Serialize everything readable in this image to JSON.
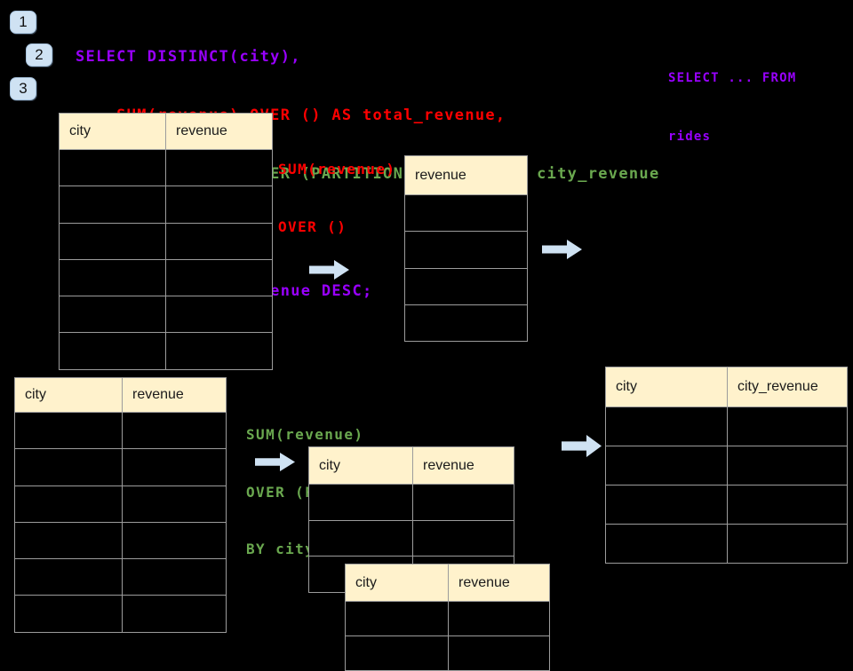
{
  "colors": {
    "background": "#000000",
    "keyword_purple": "#9900FF",
    "total_red": "#FF0000",
    "partition_green": "#6AA84F",
    "table_header_bg": "#FFF2CC",
    "table_border": "#9C9C9C",
    "accent_blue": "#CFE2F3"
  },
  "badges": [
    "1",
    "2",
    "3"
  ],
  "code": {
    "lines": [
      {
        "text": "SELECT DISTINCT(city),",
        "color": "purple"
      },
      {
        "text": "    SUM(revenue) OVER () AS total_revenue,",
        "color": "red"
      },
      {
        "text": "    SUM(revenue) OVER (PARTITION BY city) as city_revenue",
        "color": "green"
      },
      {
        "text": "  FROM rides",
        "color": "purple"
      },
      {
        "text": "  ORDER by city_revenue DESC;",
        "color": "purple"
      }
    ]
  },
  "side_note": {
    "line1": "SELECT ... FROM",
    "line2": "rides"
  },
  "labels": {
    "total": {
      "line1": "SUM(revenue)",
      "line2": "OVER ()"
    },
    "partition": {
      "line1": "SUM(revenue)",
      "line2": "OVER (PARTITION",
      "line3": "BY city)"
    }
  },
  "tables": {
    "source": {
      "headers": [
        "city",
        "revenue"
      ],
      "rows": 6
    },
    "total": {
      "headers": [
        "revenue"
      ],
      "rows": 4
    },
    "result": {
      "headers": [
        "city",
        "city_revenue"
      ],
      "rows": 4
    },
    "source2": {
      "headers": [
        "city",
        "revenue"
      ],
      "rows": 6
    },
    "part_a": {
      "headers": [
        "city",
        "revenue"
      ],
      "rows": 3
    },
    "part_b": {
      "headers": [
        "city",
        "revenue"
      ],
      "rows": 2
    }
  }
}
